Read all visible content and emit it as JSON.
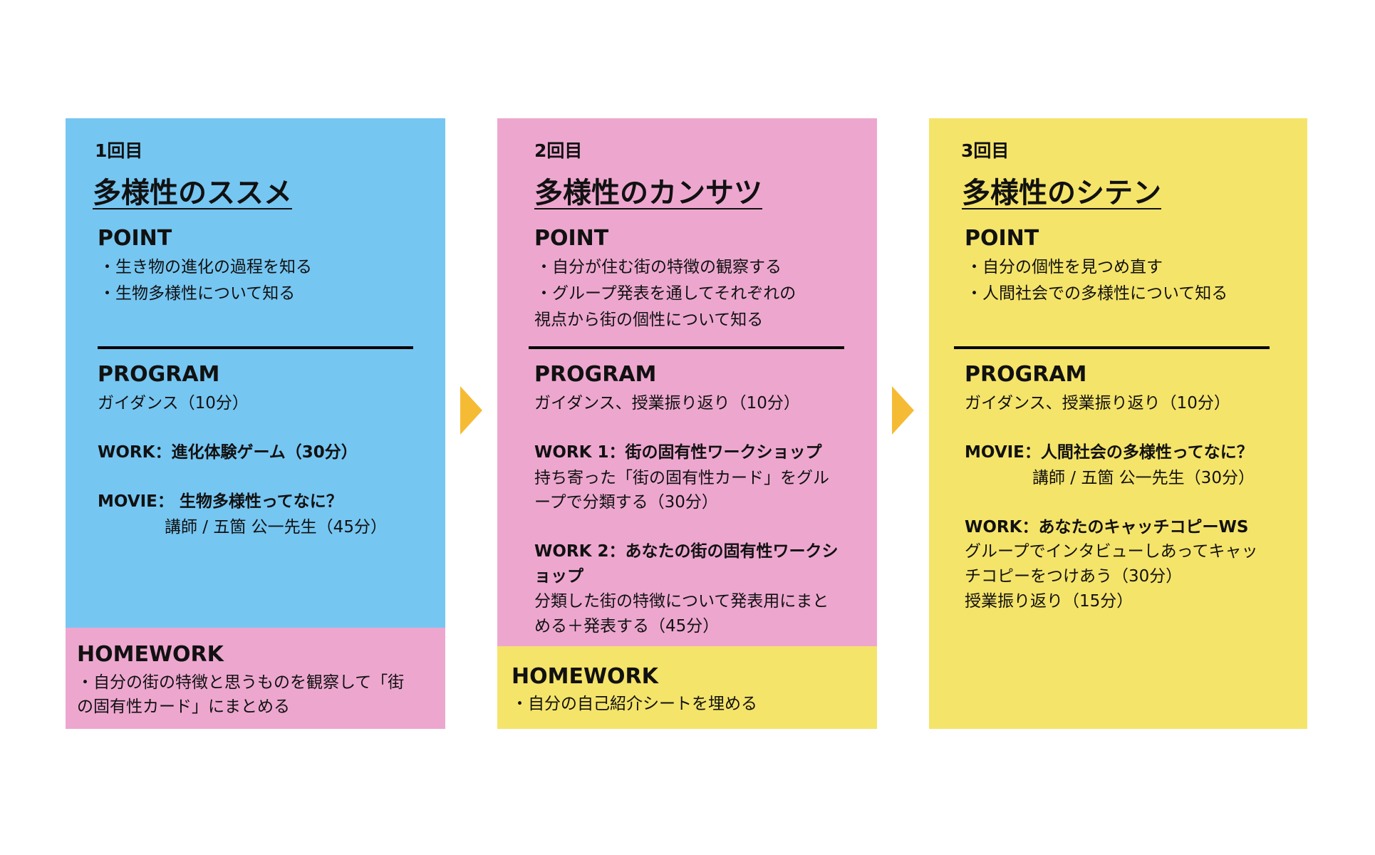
{
  "colors": {
    "session1": "#76C6F2",
    "session2": "#EDA7CF",
    "session3": "#F5E46A",
    "arrow": "#F6BB35"
  },
  "sessions": [
    {
      "round": "1回目",
      "title": "多様性のススメ",
      "point_label": "POINT",
      "points": [
        "・生き物の進化の過程を知る",
        "・生物多様性について知る"
      ],
      "program_label": "PROGRAM",
      "program": [
        "ガイダンス（10分）",
        "WORK：進化体験ゲーム（30分）",
        "MOVIE： 生物多様性ってなに？",
        "講師 / 五箇 公一先生（45分）"
      ],
      "homework_label": "HOMEWORK",
      "homework": [
        "・自分の街の特徴と思うものを観察して「街",
        "の固有性カード」にまとめる"
      ]
    },
    {
      "round": "2回目",
      "title": "多様性のカンサツ",
      "point_label": "POINT",
      "points": [
        "・自分が住む街の特徴の観察する",
        "・グループ発表を通してそれぞれの",
        "視点から街の個性について知る"
      ],
      "program_label": "PROGRAM",
      "program": [
        "ガイダンス、授業振り返り（10分）",
        "WORK 1：街の固有性ワークショップ",
        "持ち寄った「街の固有性カード」をグル",
        "ープで分類する（30分）",
        "WORK 2：あなたの街の固有性ワークシ",
        "ョップ",
        "分類した街の特徴について発表用にまと",
        "める＋発表する（45分）"
      ],
      "homework_label": "HOMEWORK",
      "homework": [
        "・自分の自己紹介シートを埋める"
      ]
    },
    {
      "round": "3回目",
      "title": "多様性のシテン",
      "point_label": "POINT",
      "points": [
        "・自分の個性を見つめ直す",
        "・人間社会での多様性について知る"
      ],
      "program_label": "PROGRAM",
      "program": [
        "ガイダンス、授業振り返り（10分）",
        "MOVIE：人間社会の多様性ってなに？",
        "講師 / 五箇 公一先生（30分）",
        "WORK：あなたのキャッチコピーWS",
        "グループでインタビューしあってキャッ",
        "チコピーをつけあう（30分）",
        "授業振り返り（15分）"
      ]
    }
  ]
}
